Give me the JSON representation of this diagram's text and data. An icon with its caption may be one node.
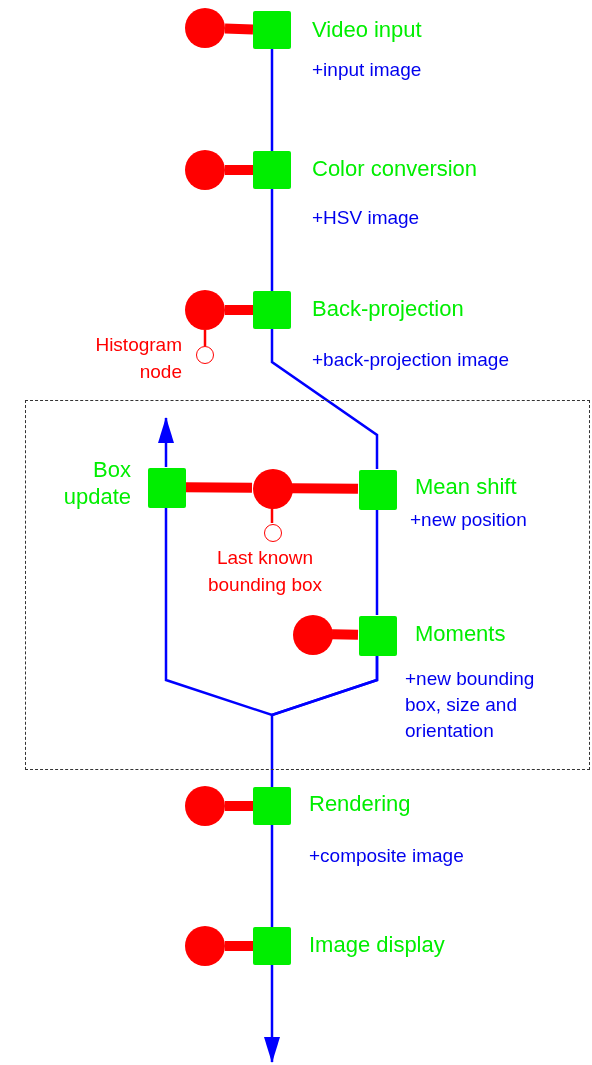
{
  "diagram": {
    "nodes": [
      {
        "text": [],
        "shape": "circle"
      },
      {
        "text": [
          "Video input"
        ]
      },
      {
        "text": [],
        "shape": "circle"
      },
      {
        "text": [
          "Color conversion"
        ]
      },
      {
        "text": [],
        "shape": "circle"
      },
      {
        "text": [
          "Back-projection"
        ]
      },
      {
        "text": [
          "Histogram node"
        ]
      },
      {
        "text": [],
        "shape": "box"
      },
      {
        "text": [
          "Box update"
        ],
        "in": 7
      },
      {
        "text": [],
        "shape": "circle",
        "in": 7
      },
      {
        "text": [
          "Mean shift"
        ],
        "in": 7
      },
      {
        "text": [
          "Last known bounding box"
        ],
        "in": 7
      },
      {
        "text": [],
        "shape": "circle",
        "in": 7
      },
      {
        "text": [
          "Moments"
        ],
        "in": 7
      },
      {
        "text": [],
        "shape": "circle"
      },
      {
        "text": [
          "Rendering"
        ]
      },
      {
        "text": [],
        "shape": "circle"
      },
      {
        "text": [
          "Image display"
        ]
      }
    ],
    "edges": [
      {
        "from": 1,
        "to": 3,
        "arrow": "none",
        "label": "+input image",
        "color": "#0000ff"
      },
      {
        "from": 3,
        "to": 5,
        "arrow": "none",
        "label": "+HSV image",
        "color": "#0000ff"
      },
      {
        "from": 5,
        "to": 10,
        "arrow": "none",
        "label": "+back-projection image",
        "color": "#0000ff"
      },
      {
        "from": 10,
        "to": 13,
        "arrow": "none",
        "label": "+new position",
        "color": "#0000ff"
      },
      {
        "from": 13,
        "to": 8,
        "arrow": "none",
        "color": "#0000ff"
      },
      {
        "from": 8,
        "to": null,
        "arrow": "to",
        "color": "#0000ff"
      },
      {
        "from": 13,
        "to": 15,
        "arrow": "none",
        "label": "+new bounding box, size and orientation",
        "color": "#0000ff"
      },
      {
        "from": 15,
        "to": 17,
        "arrow": "none",
        "label": "+composite image",
        "color": "#0000ff"
      },
      {
        "from": 17,
        "to": null,
        "arrow": "to",
        "color": "#0000ff"
      },
      {
        "from": 0,
        "to": 1,
        "arrow": "none",
        "style": "thick",
        "color": "#ff0000"
      },
      {
        "from": 2,
        "to": 3,
        "arrow": "none",
        "style": "thick",
        "color": "#ff0000"
      },
      {
        "from": 4,
        "to": 5,
        "arrow": "none",
        "style": "thick",
        "color": "#ff0000"
      },
      {
        "from": 4,
        "to": 6,
        "arrow": "none",
        "color": "#ff0000"
      },
      {
        "from": 9,
        "to": 8,
        "arrow": "none",
        "style": "thick",
        "color": "#ff0000"
      },
      {
        "from": 9,
        "to": 10,
        "arrow": "none",
        "style": "thick",
        "color": "#ff0000"
      },
      {
        "from": 9,
        "to": 11,
        "arrow": "none",
        "color": "#ff0000"
      },
      {
        "from": 12,
        "to": 13,
        "arrow": "none",
        "style": "thick",
        "color": "#ff0000"
      },
      {
        "from": 14,
        "to": 15,
        "arrow": "none",
        "style": "thick",
        "color": "#ff0000"
      },
      {
        "from": 16,
        "to": 17,
        "arrow": "none",
        "style": "thick",
        "color": "#ff0000"
      }
    ]
  }
}
